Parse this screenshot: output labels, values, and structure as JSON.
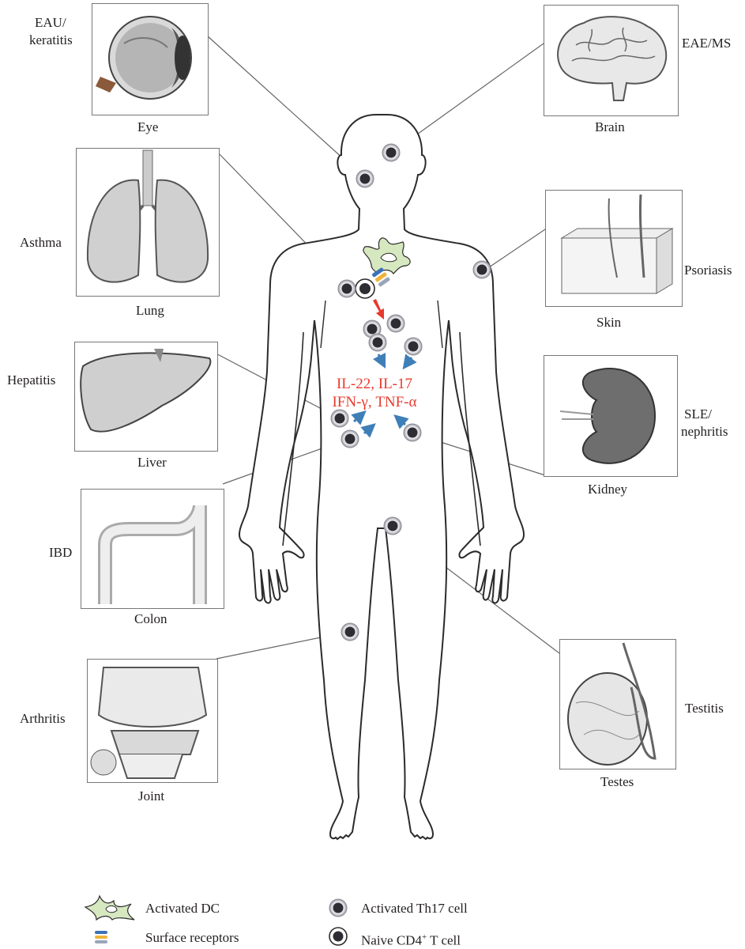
{
  "organs": {
    "eye": {
      "disease_line1": "EAU/",
      "disease_line2": "keratitis",
      "organ": "Eye"
    },
    "brain": {
      "disease": "EAE/MS",
      "organ": "Brain"
    },
    "lung": {
      "disease": "Asthma",
      "organ": "Lung"
    },
    "skin": {
      "disease": "Psoriasis",
      "organ": "Skin"
    },
    "liver": {
      "disease": "Hepatitis",
      "organ": "Liver"
    },
    "kidney": {
      "disease_line1": "SLE/",
      "disease_line2": "nephritis",
      "organ": "Kidney"
    },
    "colon": {
      "disease": "IBD",
      "organ": "Colon"
    },
    "testes": {
      "disease": "Testitis",
      "organ": "Testes"
    },
    "joint": {
      "disease": "Arthritis",
      "organ": "Joint"
    }
  },
  "cytokines": {
    "line1": "IL-22, IL-17",
    "line2": "IFN-γ, TNF-α"
  },
  "legend": {
    "activated_dc": "Activated DC",
    "surface_receptors": "Surface receptors",
    "activated_th17": "Activated Th17 cell",
    "naive_cd4_prefix": "Naive CD4",
    "naive_cd4_sup": "+",
    "naive_cd4_suffix": " T cell"
  },
  "colors": {
    "cytokine_text": "#e8392d",
    "arrow_blue": "#3f7fb8",
    "arrow_red": "#e8392d",
    "dc_fill": "#d6e8c0",
    "cell_dark": "#2d2d33"
  }
}
